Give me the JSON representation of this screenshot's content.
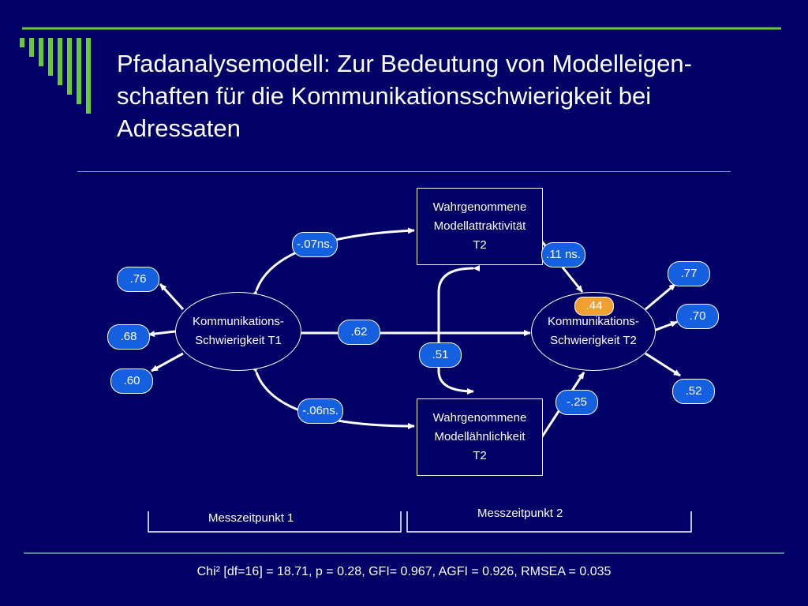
{
  "title": {
    "line1": "Pfadanalysemodell: Zur Bedeutung von Modelleigen-",
    "line2": "schaften für die Kommunikationsschwierigkeit bei",
    "line3": "Adressaten"
  },
  "nodes": {
    "k1": {
      "line1": "Kommunikations-",
      "line2": "Schwierigkeit T1"
    },
    "k2": {
      "line1": "Kommunikations-",
      "line2": "Schwierigkeit T2"
    },
    "attr": {
      "line1": "Wahrgenommene",
      "line2": "Modellattraktivität",
      "line3": "T2"
    },
    "sim": {
      "line1": "Wahrgenommene",
      "line2": "Modellähnlichkeit",
      "line3": "T2"
    }
  },
  "coefficients": {
    "k1_attr": "-.07ns.",
    "k1_sim": "-.06ns.",
    "k1_k2": ".62",
    "attr_sim": ".51",
    "attr_k2": ".11 ns.",
    "sim_k2": "-.25",
    "r2_k2": ".44",
    "k1_ind1": ".76",
    "k1_ind2": ".68",
    "k1_ind3": ".60",
    "k2_ind1": ".77",
    "k2_ind2": ".70",
    "k2_ind3": ".52"
  },
  "time_points": {
    "t1": "Messzeitpunkt 1",
    "t2": "Messzeitpunkt 2"
  },
  "fit_stats": "Chi² [df=16] = 18.71, p = 0.28, GFI= 0.967, AGFI = 0.926, RMSEA = 0.035",
  "colors": {
    "background": "#000066",
    "accent_green": "#66cc33",
    "rule_teal": "#66aaaa",
    "coefficient_fill": "#1560e0",
    "r2_fill": "#f0a030"
  }
}
